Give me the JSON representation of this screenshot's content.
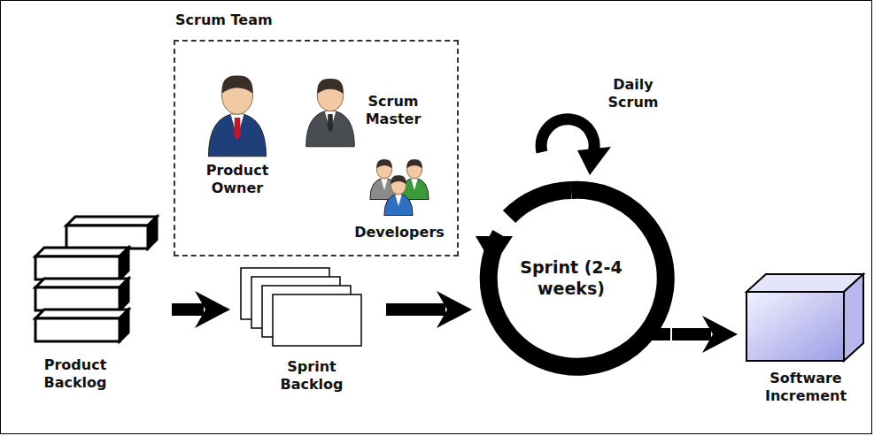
{
  "diagram": {
    "nodes": [
      {
        "text": [
          "Scrum Team"
        ]
      },
      {
        "text": [
          "Product Owner"
        ],
        "in": 0
      },
      {
        "text": [
          "Scrum Master"
        ],
        "in": 0
      },
      {
        "text": [
          "Developers"
        ],
        "in": 0
      },
      {
        "text": [
          "Product Backlog"
        ]
      },
      {
        "text": [
          "Sprint Backlog"
        ]
      },
      {
        "text": [
          "Sprint (2-4 weeks)"
        ]
      },
      {
        "text": [
          "Software Increment"
        ]
      }
    ],
    "edges": [
      {
        "from": 4,
        "to": 5,
        "arrow": "to"
      },
      {
        "from": 5,
        "to": 6,
        "arrow": "to"
      },
      {
        "from": 6,
        "to": 7,
        "arrow": "to"
      }
    ],
    "labels": [
      "Daily Scrum"
    ]
  }
}
